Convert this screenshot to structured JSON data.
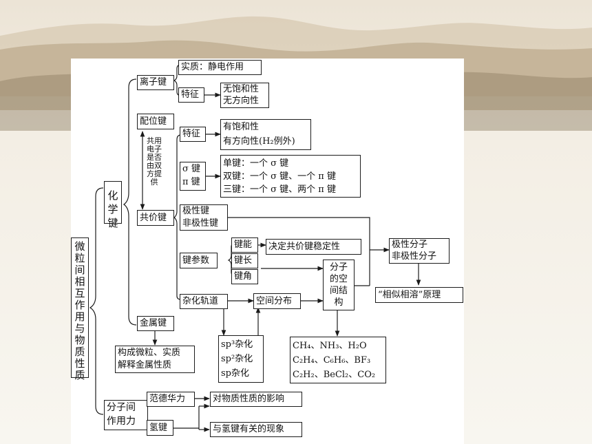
{
  "colors": {
    "background": "#f6f3ec",
    "line": "#1a1a1a",
    "box_fill": "#ffffff"
  },
  "diagram": {
    "root": "微粒间相互作用与物质性质",
    "chemical_bond": "化学键",
    "intermolecular_force": [
      "分子间",
      "作用力"
    ],
    "ionic_bond": {
      "label": "离子键",
      "essence": "实质：静电作用",
      "feature_label": "特征",
      "features": [
        "无饱和性",
        "无方向性"
      ]
    },
    "coordinate_bond": "配位键",
    "shared_electron_note": "共用电子是否由双方提供",
    "covalent_bond": {
      "label": "共价键",
      "feature_label": "特征",
      "features": [
        "有饱和性",
        "有方向性(H₂例外)"
      ],
      "sigma_pi_label": [
        "σ 键",
        "π 键"
      ],
      "sigma_pi_items": [
        "单键：一个 σ 键",
        "双键：一个 σ 键、一个 π 键",
        "三键：一个 σ 键、两个 π 键"
      ],
      "polarity": [
        "极性键",
        "非极性键"
      ],
      "parameters_label": "键参数",
      "parameters": [
        "键能",
        "键长",
        "键角"
      ],
      "stability": "决定共价键稳定性",
      "hybrid_orbital": "杂化轨道",
      "spatial_distribution": "空间分布",
      "hybrid_types": [
        "sp³杂化",
        "sp²杂化",
        "sp杂化"
      ]
    },
    "molecular_structure": [
      "分子",
      "的空",
      "间结",
      "构"
    ],
    "polar_molecules": [
      "极性分子",
      "非极性分子"
    ],
    "like_dissolves_like": "“相似相溶”原理",
    "examples": [
      "CH₄、NH₃、H₂O",
      "C₂H₄、C₆H₆、BF₃",
      "C₂H₂、BeCl₂、CO₂"
    ],
    "metallic_bond": {
      "label": "金属键",
      "desc": [
        "构成微粒、实质",
        "解释金属性质"
      ]
    },
    "van_der_waals": "范德华力",
    "hydrogen_bond": "氢键",
    "effect_on_properties": "对物质性质的影响",
    "hydrogen_bond_phenomena": "与氢键有关的现象"
  }
}
